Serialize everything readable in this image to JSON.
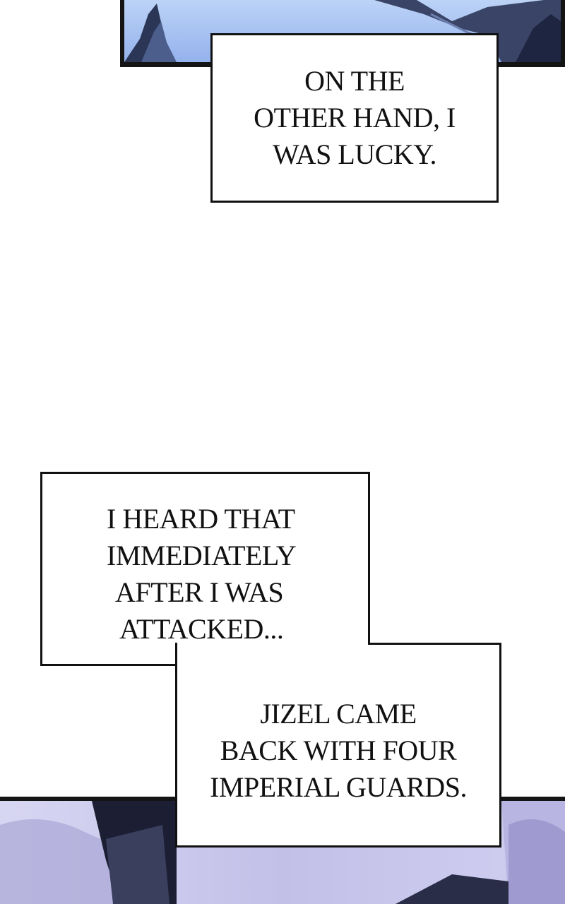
{
  "captions": {
    "first": {
      "lines": [
        "ON THE",
        "OTHER HAND, I",
        "WAS LUCKY."
      ]
    },
    "second": {
      "lines": [
        "I HEARD THAT",
        "IMMEDIATELY",
        "AFTER I WAS",
        "ATTACKED..."
      ]
    },
    "third": {
      "lines": [
        "JIZEL CAME",
        "BACK WITH FOUR",
        "IMPERIAL GUARDS."
      ]
    }
  },
  "colors": {
    "panel_top_sky": "#a9c3f2",
    "panel_bottom_sky": "#c9c6ea",
    "border": "#111111"
  }
}
